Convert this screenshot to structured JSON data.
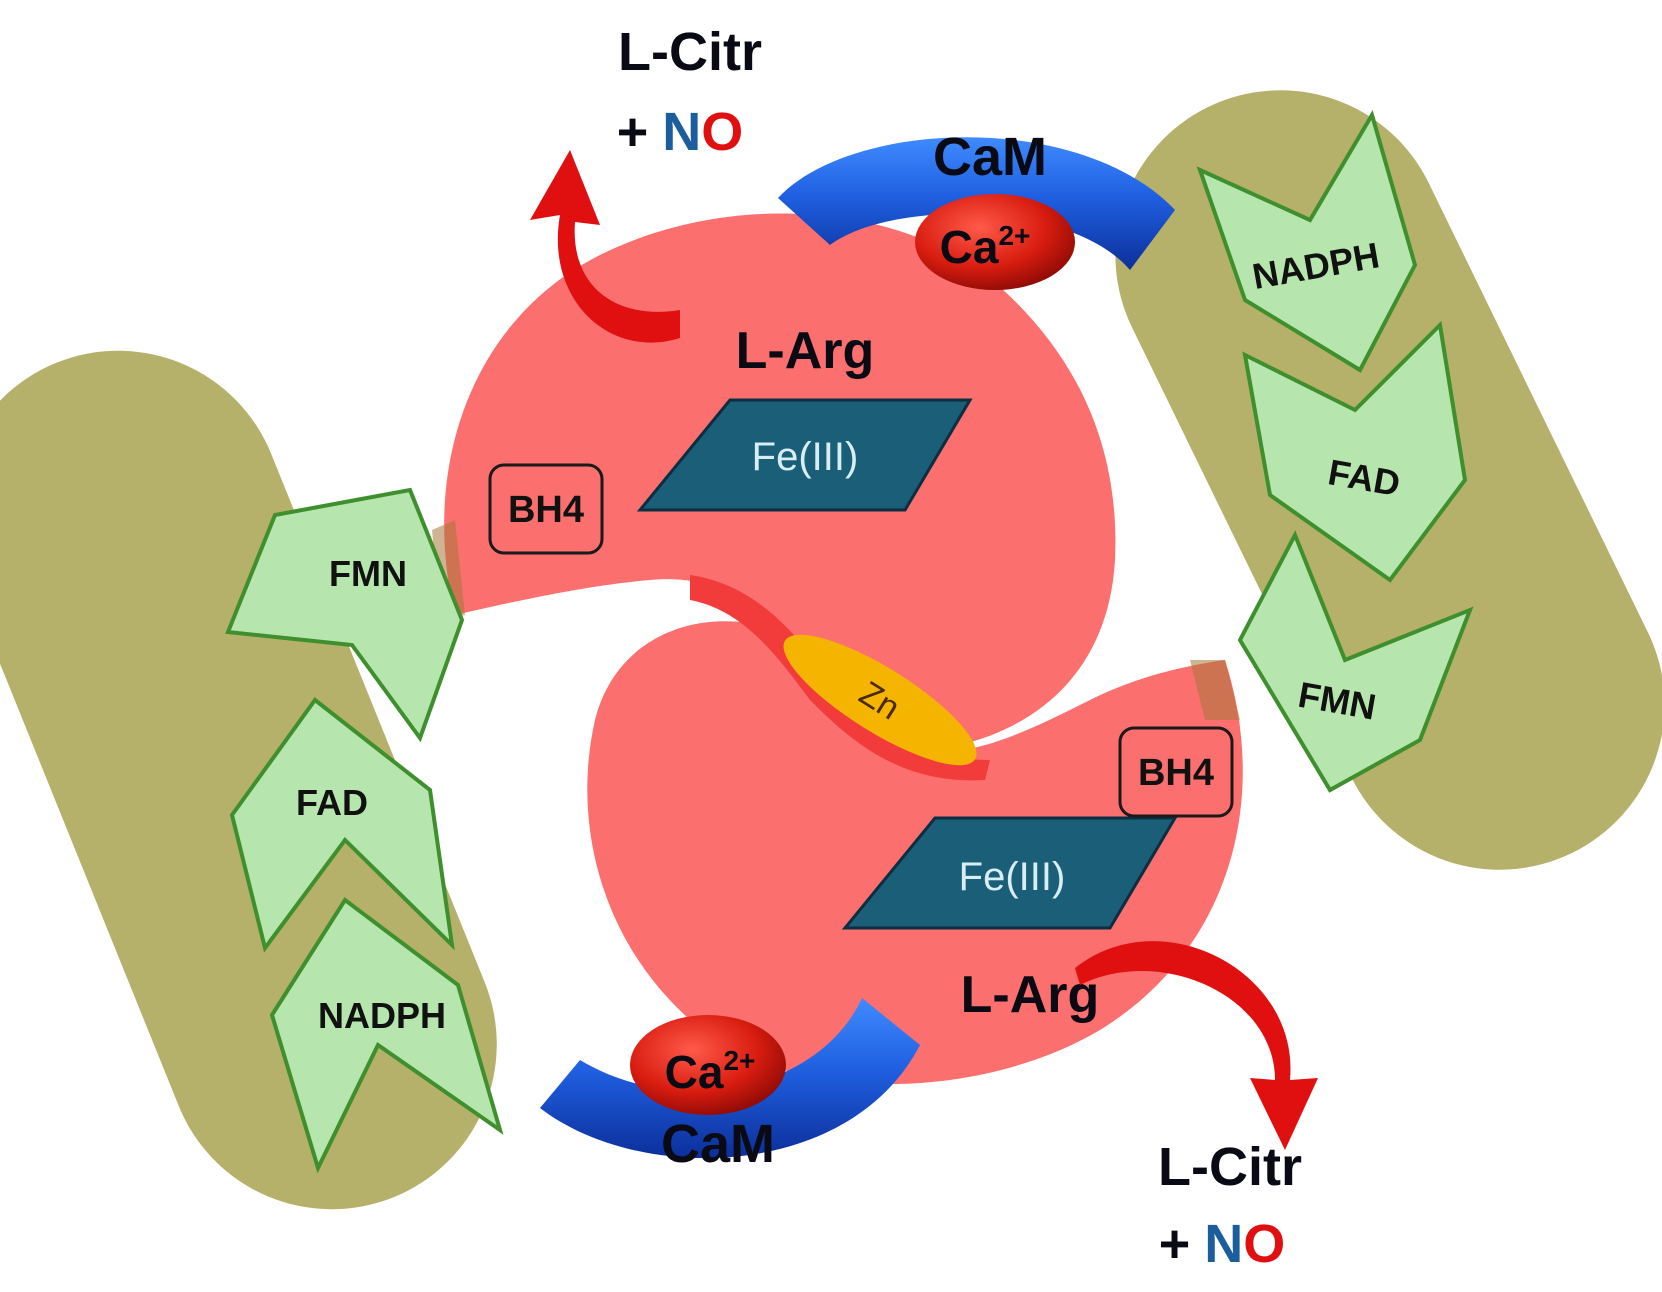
{
  "colors": {
    "reductase_domain": "#b5b06a",
    "oxygenase_domain": "#fb6a6a",
    "cofactor_fill": "#b6e6ad",
    "cofactor_stroke": "#3f8f2f",
    "heme": "#1b5e78",
    "zinc": "#f4b400",
    "calmodulin": "#1f5fe0",
    "calcium": "#d81c10",
    "arrow": "#e01010",
    "n_color": "#1c5d9e",
    "o_color": "#e01010"
  },
  "labels": {
    "l_arg": "L-Arg",
    "bh4": "BH4",
    "fe": "Fe(III)",
    "zn": "Zn",
    "cam": "CaM",
    "ca": "Ca",
    "ca_charge": "2+",
    "fmn": "FMN",
    "fad": "FAD",
    "nadph": "NADPH",
    "l_citr": "L-Citr",
    "plus": "+",
    "n": "N",
    "o": "O"
  }
}
